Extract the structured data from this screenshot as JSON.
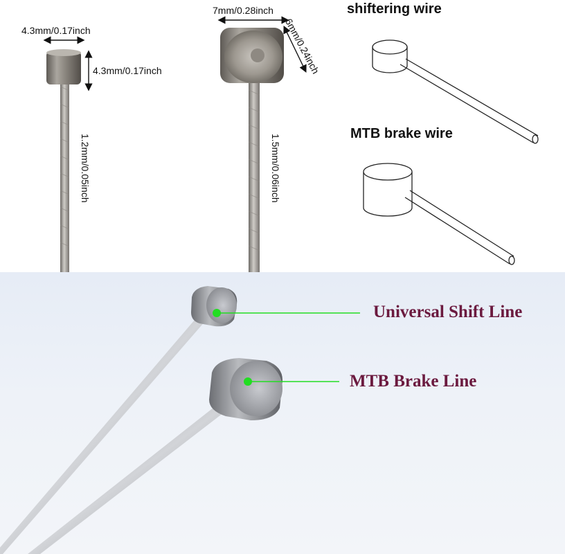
{
  "top_panel": {
    "small_head": {
      "width_label": "4.3mm/0.17inch",
      "height_label": "4.3mm/0.17inch",
      "wire_label": "1.2mm/0.05inch"
    },
    "large_head": {
      "width_label": "7mm/0.28inch",
      "height_label": "6mm/0.24inch",
      "wire_label": "1.5mm/0.06inch"
    },
    "diagram": {
      "shift_title": "shiftering wire",
      "brake_title": "MTB brake wire"
    }
  },
  "bottom_panel": {
    "callout_shift": "Universal Shift Line",
    "callout_brake": "MTB Brake Line",
    "callout_color": "#6b1a3f",
    "pointer_color": "#22dd22"
  }
}
